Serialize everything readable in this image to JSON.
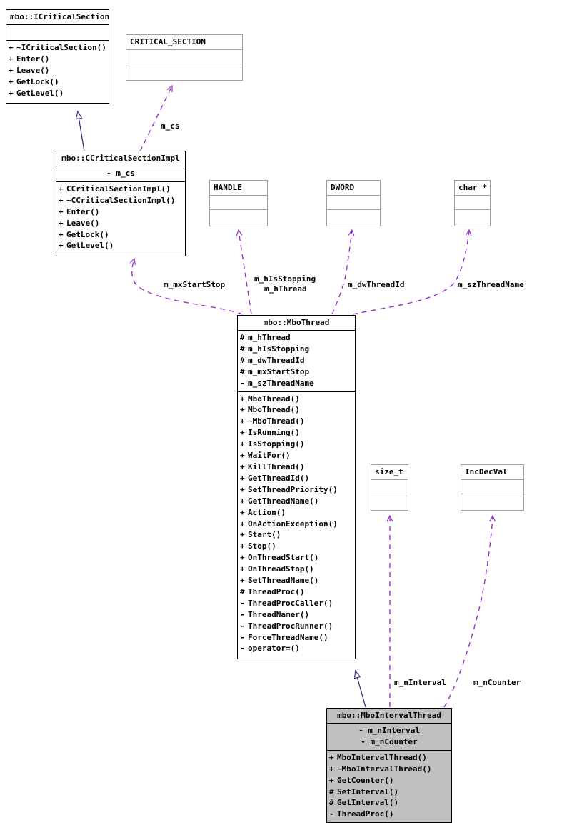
{
  "diagram": {
    "kind": "uml-class-diagram",
    "colors": {
      "inheritance_edge": "#2a2a7a",
      "association_edge": "#9933cc",
      "box_border": "#000000",
      "plain_box_border": "#a0a0a0",
      "highlight_fill": "#c0c0c0",
      "background": "#ffffff"
    },
    "classes": [
      {
        "id": "icriticalsection",
        "name": "mbo::ICriticalSection",
        "title_align": "left",
        "style": "solid",
        "attributes": [],
        "operations": [
          {
            "visibility": "+",
            "label": "~ICriticalSection()"
          },
          {
            "visibility": "+",
            "label": "Enter()"
          },
          {
            "visibility": "+",
            "label": "Leave()"
          },
          {
            "visibility": "+",
            "label": "GetLock()"
          },
          {
            "visibility": "+",
            "label": "GetLevel()"
          }
        ]
      },
      {
        "id": "critical_section",
        "name": "CRITICAL_SECTION",
        "title_align": "left",
        "style": "plain",
        "attributes": [],
        "operations": []
      },
      {
        "id": "ccriticalsectionimpl",
        "name": "mbo::CCriticalSectionImpl",
        "title_align": "center",
        "style": "solid",
        "attributes": [
          {
            "visibility": "-",
            "label": "m_cs"
          }
        ],
        "operations": [
          {
            "visibility": "+",
            "label": "CCriticalSectionImpl()"
          },
          {
            "visibility": "+",
            "label": "~CCriticalSectionImpl()"
          },
          {
            "visibility": "+",
            "label": "Enter()"
          },
          {
            "visibility": "+",
            "label": "Leave()"
          },
          {
            "visibility": "+",
            "label": "GetLock()"
          },
          {
            "visibility": "+",
            "label": "GetLevel()"
          }
        ]
      },
      {
        "id": "handle",
        "name": "HANDLE",
        "title_align": "left",
        "style": "plain",
        "attributes": [],
        "operations": []
      },
      {
        "id": "dword",
        "name": "DWORD",
        "title_align": "left",
        "style": "plain",
        "attributes": [],
        "operations": []
      },
      {
        "id": "charptr",
        "name": "char *",
        "title_align": "left",
        "style": "plain",
        "attributes": [],
        "operations": []
      },
      {
        "id": "mbothread",
        "name": "mbo::MboThread",
        "title_align": "center",
        "style": "solid",
        "attributes": [
          {
            "visibility": "#",
            "label": "m_hThread"
          },
          {
            "visibility": "#",
            "label": "m_hIsStopping"
          },
          {
            "visibility": "#",
            "label": "m_dwThreadId"
          },
          {
            "visibility": "#",
            "label": "m_mxStartStop"
          },
          {
            "visibility": "-",
            "label": "m_szThreadName"
          }
        ],
        "operations": [
          {
            "visibility": "+",
            "label": "MboThread()"
          },
          {
            "visibility": "+",
            "label": "MboThread()"
          },
          {
            "visibility": "+",
            "label": "~MboThread()"
          },
          {
            "visibility": "+",
            "label": "IsRunning()"
          },
          {
            "visibility": "+",
            "label": "IsStopping()"
          },
          {
            "visibility": "+",
            "label": "WaitFor()"
          },
          {
            "visibility": "+",
            "label": "KillThread()"
          },
          {
            "visibility": "+",
            "label": "GetThreadId()"
          },
          {
            "visibility": "+",
            "label": "SetThreadPriority()"
          },
          {
            "visibility": "+",
            "label": "GetThreadName()"
          },
          {
            "visibility": "+",
            "label": "Action()"
          },
          {
            "visibility": "+",
            "label": "OnActionException()"
          },
          {
            "visibility": "+",
            "label": "Start()"
          },
          {
            "visibility": "+",
            "label": "Stop()"
          },
          {
            "visibility": "+",
            "label": "OnThreadStart()"
          },
          {
            "visibility": "+",
            "label": "OnThreadStop()"
          },
          {
            "visibility": "+",
            "label": "SetThreadName()"
          },
          {
            "visibility": "#",
            "label": "ThreadProc()"
          },
          {
            "visibility": "-",
            "label": "ThreadProcCaller()"
          },
          {
            "visibility": "-",
            "label": "ThreadNamer()"
          },
          {
            "visibility": "-",
            "label": "ThreadProcRunner()"
          },
          {
            "visibility": "-",
            "label": "ForceThreadName()"
          },
          {
            "visibility": "-",
            "label": "operator=()"
          }
        ]
      },
      {
        "id": "size_t",
        "name": "size_t",
        "title_align": "left",
        "style": "plain",
        "attributes": [],
        "operations": []
      },
      {
        "id": "incdecval",
        "name": "IncDecVal",
        "title_align": "left",
        "style": "plain",
        "attributes": [],
        "operations": []
      },
      {
        "id": "mbointervalthread",
        "name": "mbo::MboIntervalThread",
        "title_align": "center",
        "style": "filled",
        "attributes": [
          {
            "visibility": "-",
            "label": "m_nInterval"
          },
          {
            "visibility": "-",
            "label": "m_nCounter"
          }
        ],
        "operations": [
          {
            "visibility": "+",
            "label": "MboIntervalThread()"
          },
          {
            "visibility": "+",
            "label": "~MboIntervalThread()"
          },
          {
            "visibility": "+",
            "label": "GetCounter()"
          },
          {
            "visibility": "#",
            "label": "SetInterval()"
          },
          {
            "visibility": "#",
            "label": "GetInterval()"
          },
          {
            "visibility": "-",
            "label": "ThreadProc()"
          }
        ]
      }
    ],
    "edge_labels": [
      {
        "id": "m_cs",
        "text": "m_cs"
      },
      {
        "id": "m_mxStartStop",
        "text": "m_mxStartStop"
      },
      {
        "id": "m_hIsStopping",
        "text": "m_hIsStopping"
      },
      {
        "id": "m_hThread",
        "text": "m_hThread"
      },
      {
        "id": "m_dwThreadId",
        "text": "m_dwThreadId"
      },
      {
        "id": "m_szThreadName",
        "text": "m_szThreadName"
      },
      {
        "id": "m_nInterval",
        "text": "m_nInterval"
      },
      {
        "id": "m_nCounter",
        "text": "m_nCounter"
      }
    ]
  }
}
